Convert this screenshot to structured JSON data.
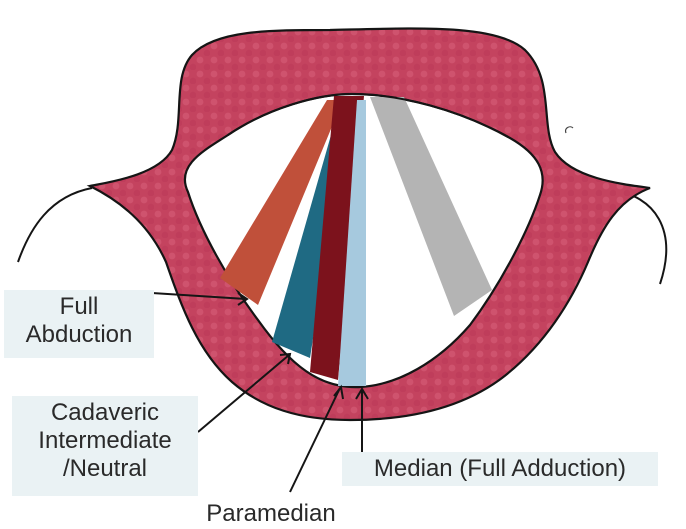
{
  "labels": {
    "full_abduction": [
      "Full",
      "Abduction"
    ],
    "cadaveric": [
      "Cadaveric",
      "Intermediate",
      "/Neutral"
    ],
    "median": "Median (Full Adduction)",
    "paramedian": "Paramedian"
  },
  "colors": {
    "larynx": "#c4435f",
    "larynx_light": "#d25a74",
    "outline": "#151515",
    "full_abduction_band": "#c0503a",
    "cadaveric_band": "#1f6a83",
    "paramedian_band": "#7c121c",
    "median_band": "#a6c9de",
    "grey_band": "#b4b4b4",
    "label_bg": "#eaf2f4"
  }
}
